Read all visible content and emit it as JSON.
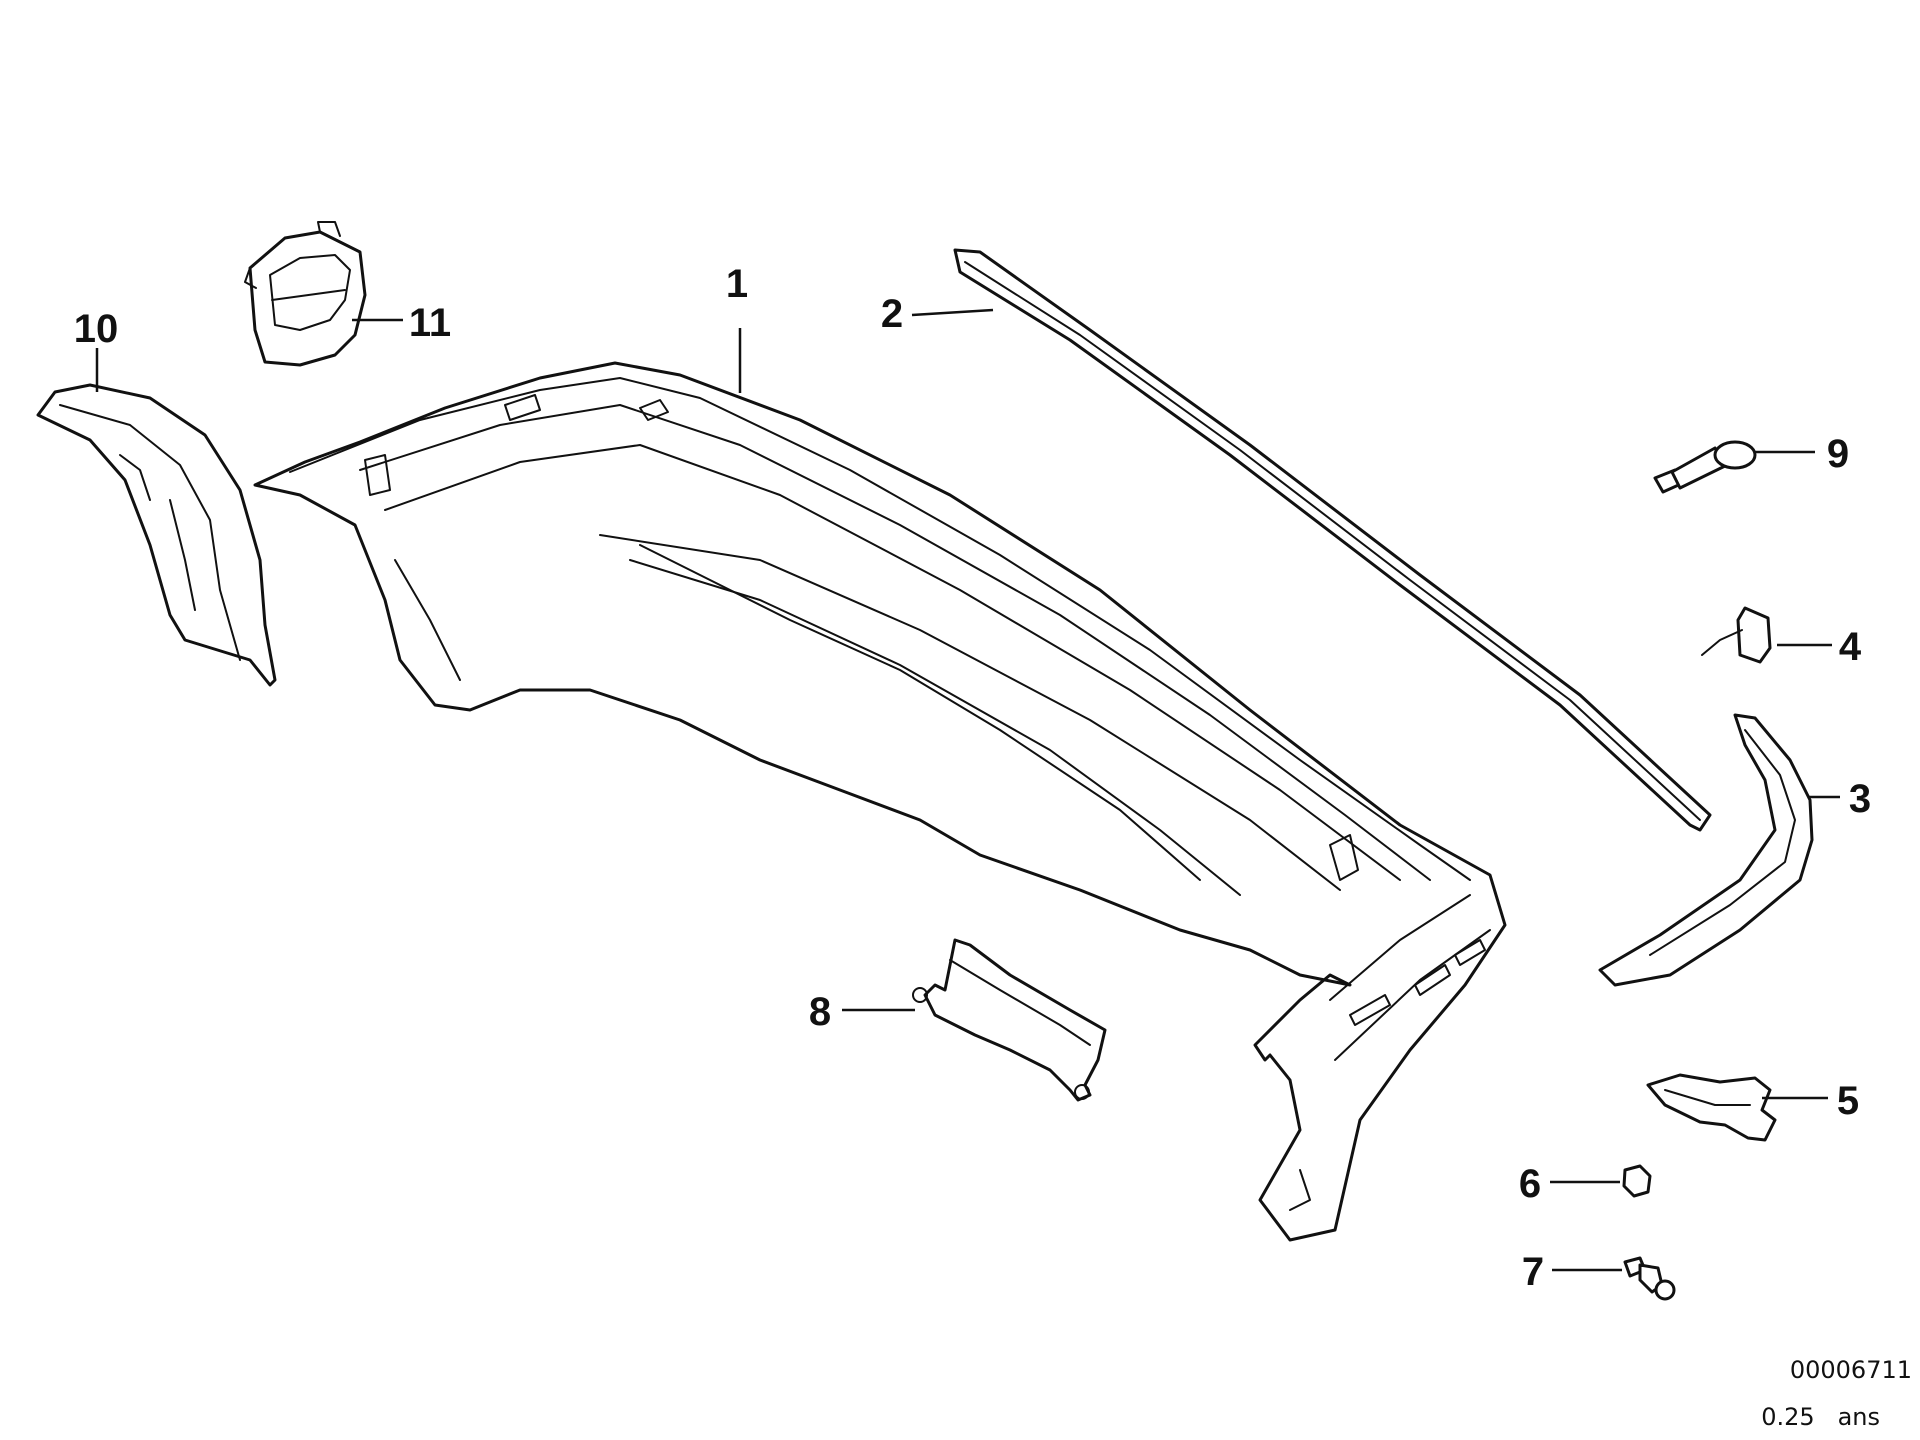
{
  "callouts": [
    {
      "id": "1",
      "label": "1"
    },
    {
      "id": "2",
      "label": "2"
    },
    {
      "id": "3",
      "label": "3"
    },
    {
      "id": "4",
      "label": "4"
    },
    {
      "id": "5",
      "label": "5"
    },
    {
      "id": "6",
      "label": "6"
    },
    {
      "id": "7",
      "label": "7"
    },
    {
      "id": "8",
      "label": "8"
    },
    {
      "id": "9",
      "label": "9"
    },
    {
      "id": "10",
      "label": "10"
    },
    {
      "id": "11",
      "label": "11"
    }
  ],
  "diagram_number": "00006711",
  "scale_note": "0.25   ans",
  "colors": {
    "line": "#111111",
    "background": "#ffffff"
  }
}
